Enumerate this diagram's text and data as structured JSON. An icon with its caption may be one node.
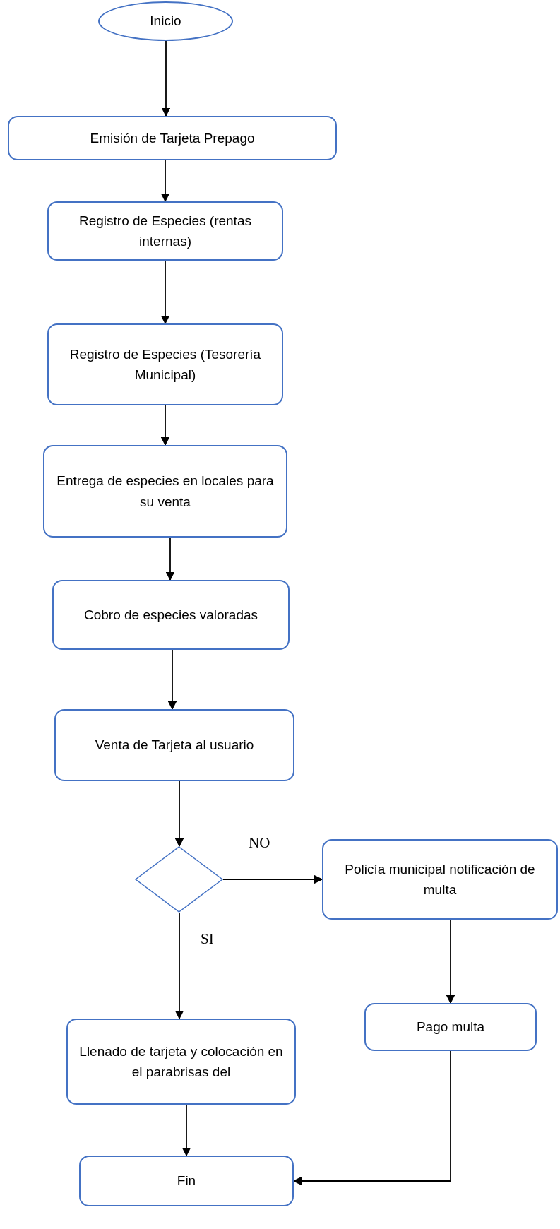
{
  "diagram": {
    "nodes": [
      {
        "text": [
          "Inicio"
        ]
      },
      {
        "text": [
          "Emisión de Tarjeta Prepago"
        ]
      },
      {
        "text": [
          "Registro de Especies (rentas internas)"
        ]
      },
      {
        "text": [
          "Registro de Especies (Tesorería Municipal)"
        ]
      },
      {
        "text": [
          "Entrega de especies en locales para su venta"
        ]
      },
      {
        "text": [
          "Cobro de especies valoradas"
        ]
      },
      {
        "text": [
          "Venta de Tarjeta al usuario"
        ]
      },
      {
        "text": [],
        "shape": "diamond"
      },
      {
        "text": [
          "Policía municipal notificación de multa"
        ]
      },
      {
        "text": [
          "Llenado de tarjeta y colocación en el parabrisas del"
        ]
      },
      {
        "text": [
          "Pago multa"
        ]
      },
      {
        "text": [
          "Fin"
        ]
      }
    ],
    "edges": [
      {
        "from": 0,
        "to": 1,
        "arrow": "to"
      },
      {
        "from": 1,
        "to": 2,
        "arrow": "to"
      },
      {
        "from": 2,
        "to": 3,
        "arrow": "to"
      },
      {
        "from": 3,
        "to": 4,
        "arrow": "to"
      },
      {
        "from": 4,
        "to": 5,
        "arrow": "to"
      },
      {
        "from": 5,
        "to": 6,
        "arrow": "to"
      },
      {
        "from": 6,
        "to": 7,
        "arrow": "to"
      },
      {
        "from": 7,
        "to": 8,
        "arrow": "to",
        "label": "NO"
      },
      {
        "from": 7,
        "to": 9,
        "arrow": "to",
        "label": "SI"
      },
      {
        "from": 8,
        "to": 10,
        "arrow": "to"
      },
      {
        "from": 9,
        "to": 11,
        "arrow": "to"
      },
      {
        "from": 10,
        "to": 11,
        "arrow": "to"
      }
    ]
  }
}
